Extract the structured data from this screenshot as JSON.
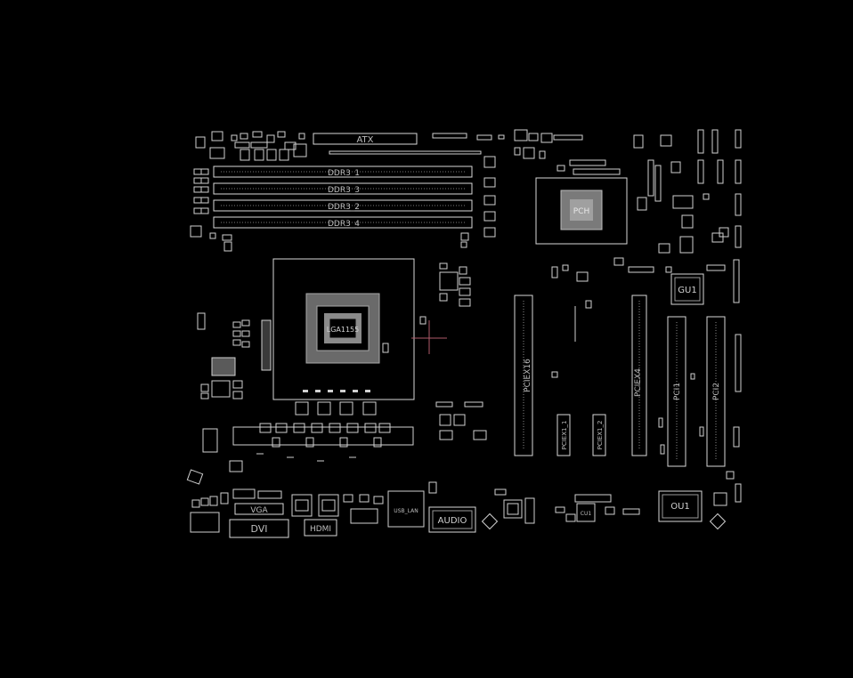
{
  "colors": {
    "background": "#000000",
    "outline": "#d8d8d8",
    "dim": "#9a9a9a",
    "label": "#bdbdbd",
    "cursor": "#b05a6a"
  },
  "labels": {
    "atx": "ATX",
    "ddr3_1": "DDR3_1",
    "ddr3_3": "DDR3_3",
    "ddr3_2": "DDR3_2",
    "ddr3_4": "DDR3_4",
    "pch": "PCH",
    "gu1": "GU1",
    "cpu_socket": "LGA1155",
    "pciex16": "PCIEX16",
    "pciex1_1": "PCIEX1_1",
    "pciex1_2": "PCIEX1_2",
    "pciex4": "PCIEX4",
    "pci1": "PCI1",
    "pci2": "PCI2",
    "vga": "VGA",
    "dvi": "DVI",
    "hdmi": "HDMI",
    "usb_lan": "USB_LAN",
    "audio": "AUDIO",
    "ou1": "OU1",
    "cu1": "CU1"
  },
  "tool": {
    "cursor_icon": "crosshair-cursor-icon"
  }
}
